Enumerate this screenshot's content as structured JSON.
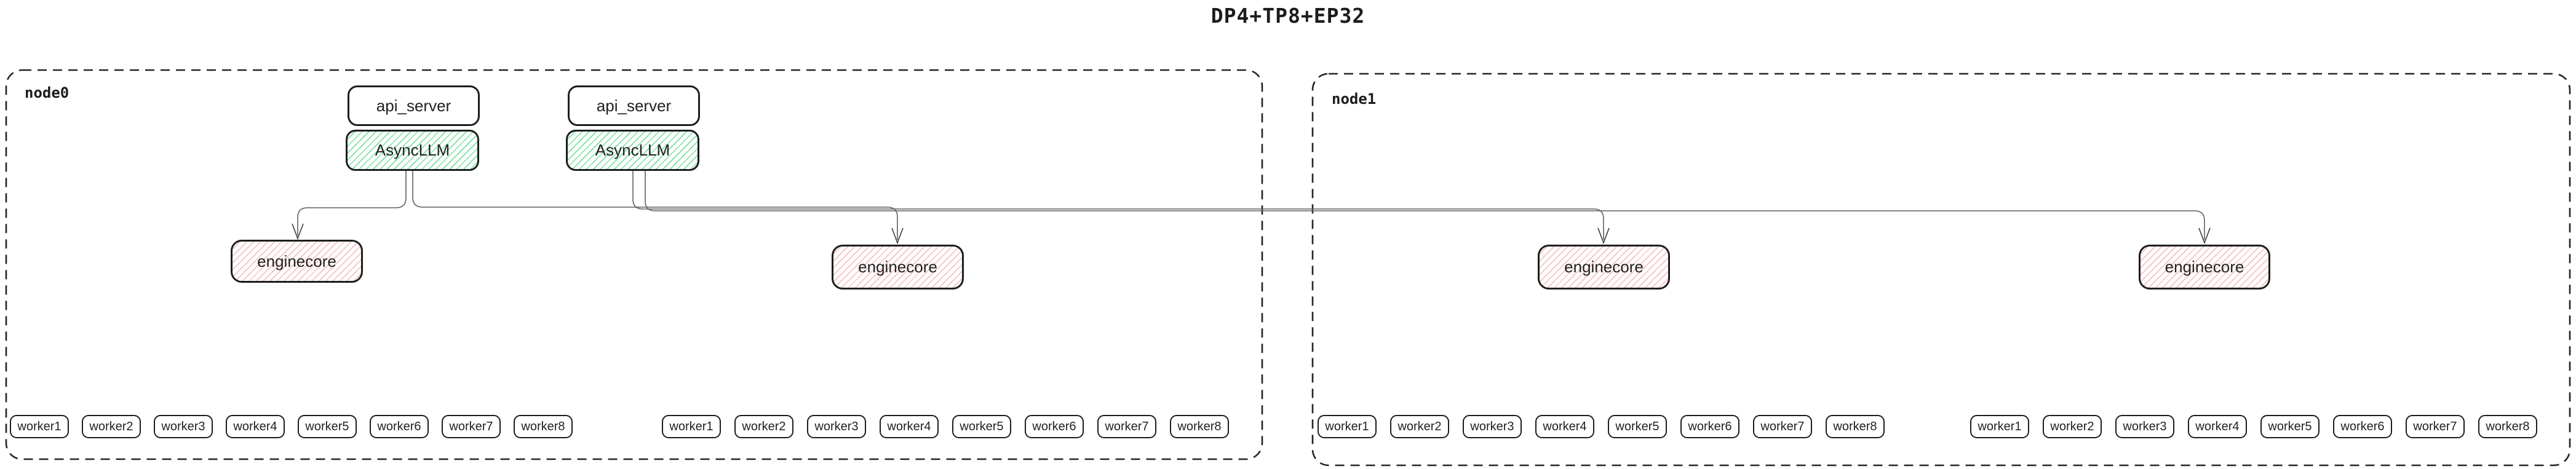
{
  "title": "DP4+TP8+EP32",
  "node0": {
    "label": "node0",
    "api_server_1": "api_server",
    "async_llm_1": "AsyncLLM",
    "api_server_2": "api_server",
    "async_llm_2": "AsyncLLM",
    "enginecore_1": "enginecore",
    "enginecore_2": "enginecore",
    "worker_group_1": [
      "worker1",
      "worker2",
      "worker3",
      "worker4",
      "worker5",
      "worker6",
      "worker7",
      "worker8"
    ],
    "worker_group_2": [
      "worker1",
      "worker2",
      "worker3",
      "worker4",
      "worker5",
      "worker6",
      "worker7",
      "worker8"
    ]
  },
  "node1": {
    "label": "node1",
    "enginecore_1": "enginecore",
    "enginecore_2": "enginecore",
    "worker_group_1": [
      "worker1",
      "worker2",
      "worker3",
      "worker4",
      "worker5",
      "worker6",
      "worker7",
      "worker8"
    ],
    "worker_group_2": [
      "worker1",
      "worker2",
      "worker3",
      "worker4",
      "worker5",
      "worker6",
      "worker7",
      "worker8"
    ]
  },
  "edges": [
    {
      "from": "node0.async_llm_1",
      "to": "node0.enginecore_1"
    },
    {
      "from": "node0.async_llm_1",
      "to": "node0.enginecore_2"
    },
    {
      "from": "node0.async_llm_2",
      "to": "node1.enginecore_1"
    },
    {
      "from": "node0.async_llm_2",
      "to": "node1.enginecore_2"
    }
  ],
  "colors": {
    "box_border": "#1d1d1d",
    "node_border": "#242424",
    "edge_line": "#5f5f5f",
    "green_hatch": "#7ce0a3",
    "red_hatch": "#f4b6b6",
    "background": "#ffffff"
  }
}
